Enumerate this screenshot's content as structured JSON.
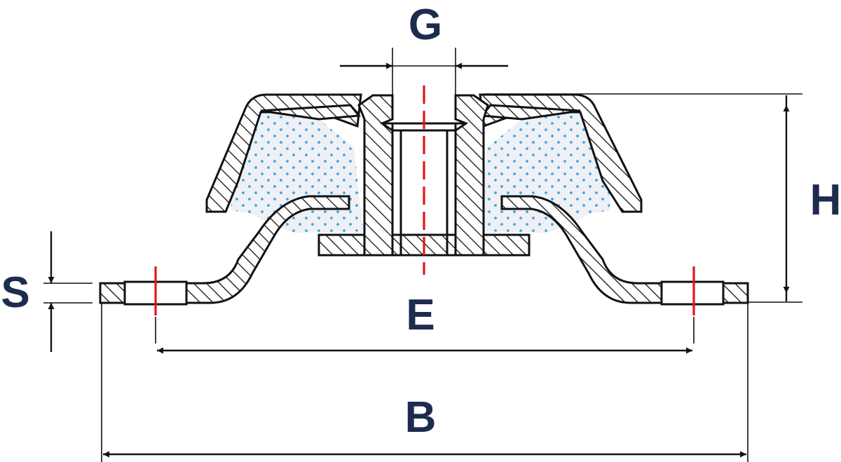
{
  "labels": {
    "g": "G",
    "h": "H",
    "s": "S",
    "e": "E",
    "b": "B"
  },
  "colors": {
    "outline": "#111111",
    "label": "#1d2b4f",
    "axis": "#e3161b",
    "rubber_fill": "#eef0f5",
    "rubber_dots": "#3aa7dc"
  }
}
